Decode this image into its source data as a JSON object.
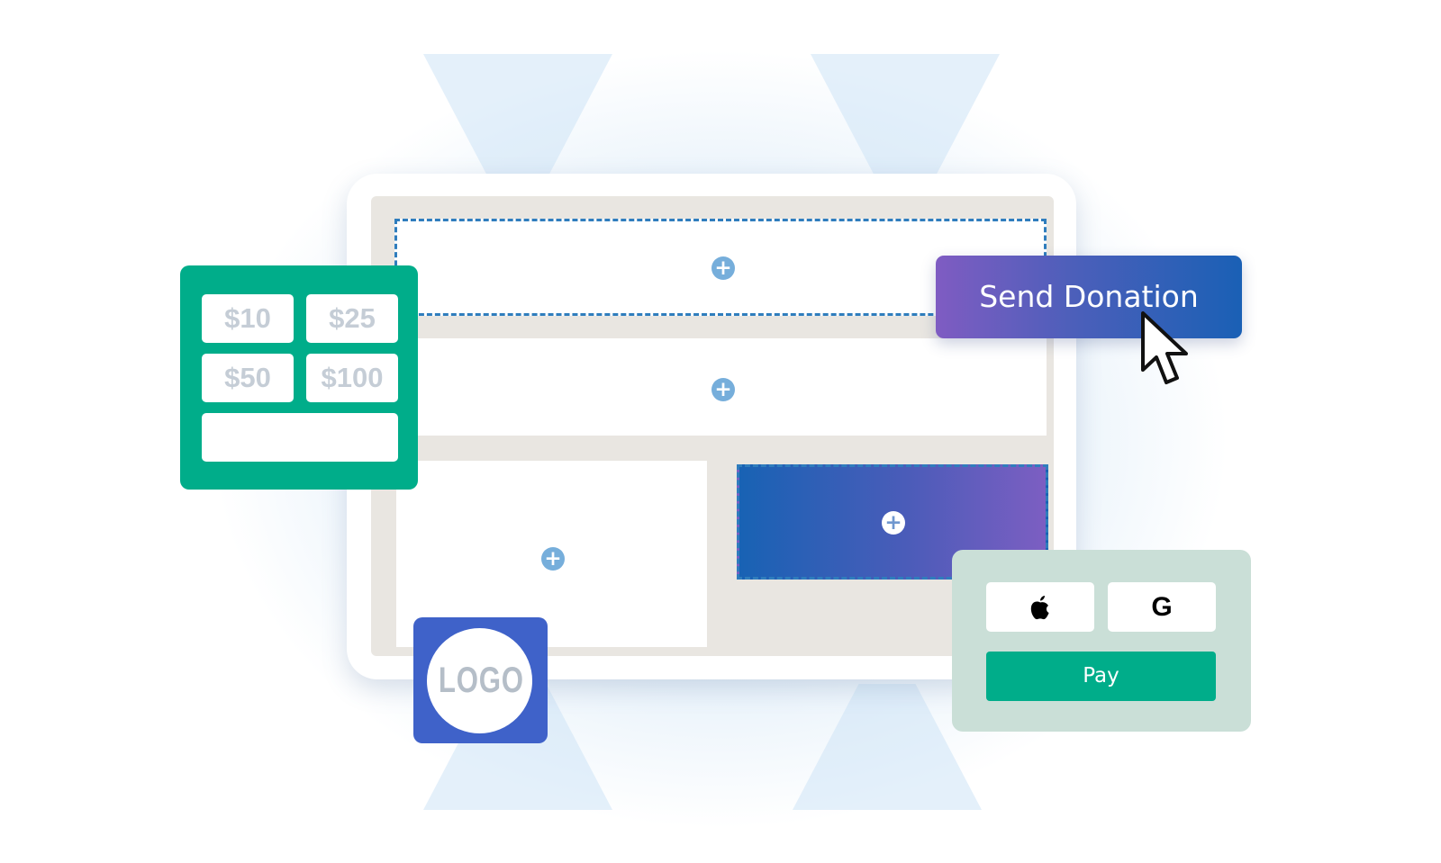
{
  "amounts": {
    "options": [
      "$10",
      "$25",
      "$50",
      "$100"
    ],
    "custom_value": ""
  },
  "send_donation_label": "Send Donation",
  "logo_label": "LOGO",
  "wallets": {
    "apple_icon": "apple-icon",
    "google_glyph": "G",
    "pay_label": "Pay"
  },
  "add_icon_glyph": "+",
  "colors": {
    "green": "#00ad8a",
    "dashed_outline": "#2f7dbd",
    "logo_tile": "#3f62c9",
    "gradient_purple": "#7f5cc2",
    "gradient_blue": "#1a60b5",
    "pay_panel": "#cadfd7"
  }
}
